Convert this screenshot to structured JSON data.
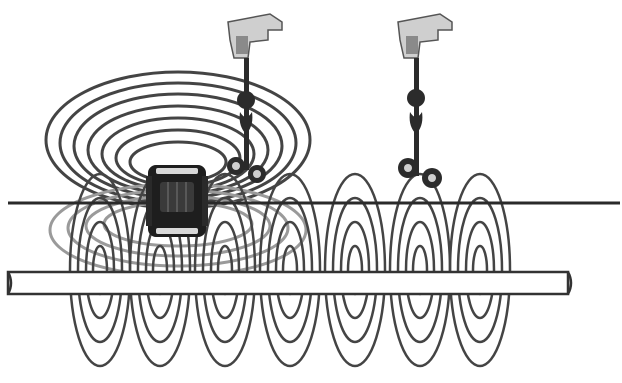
{
  "diagram": {
    "colors": {
      "background": "#ffffff",
      "field_line": "#444444",
      "field_line_faded": "#9a9a9a",
      "ground_line": "#2a2a2a",
      "pipe_fill": "#ffffff",
      "pipe_stroke": "#333333",
      "device_body": "#1e1e1e",
      "device_accent": "#d8d8d8",
      "locator_handle": "#cfcfcf",
      "locator_shaft": "#2b2b2b"
    },
    "components": {
      "transmitter": "transmitter-device",
      "locators": [
        "locator-device-left",
        "locator-device-right"
      ],
      "pipe": "buried-pipe",
      "ground": "ground-surface",
      "field": "electromagnetic-field-lines"
    }
  }
}
